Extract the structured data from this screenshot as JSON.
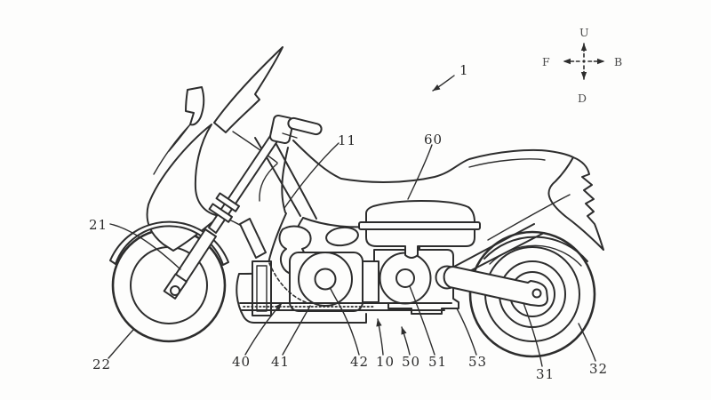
{
  "figure": {
    "kind": "patent line drawing",
    "subject": "scooter-type motorcycle, left side elevation view",
    "reference_numbers": [
      "1",
      "10",
      "11",
      "21",
      "22",
      "31",
      "32",
      "40",
      "41",
      "42",
      "50",
      "51",
      "53",
      "60"
    ]
  },
  "labels": {
    "l1": "1",
    "l10": "10",
    "l11": "11",
    "l21": "21",
    "l22": "22",
    "l31": "31",
    "l32": "32",
    "l40": "40",
    "l41": "41",
    "l42": "42",
    "l50": "50",
    "l51": "51",
    "l53": "53",
    "l60": "60"
  },
  "compass": {
    "up": "U",
    "down": "D",
    "front": "F",
    "back": "B"
  },
  "colors": {
    "line": "#2d2d2d",
    "background": "#fdfdfc"
  }
}
